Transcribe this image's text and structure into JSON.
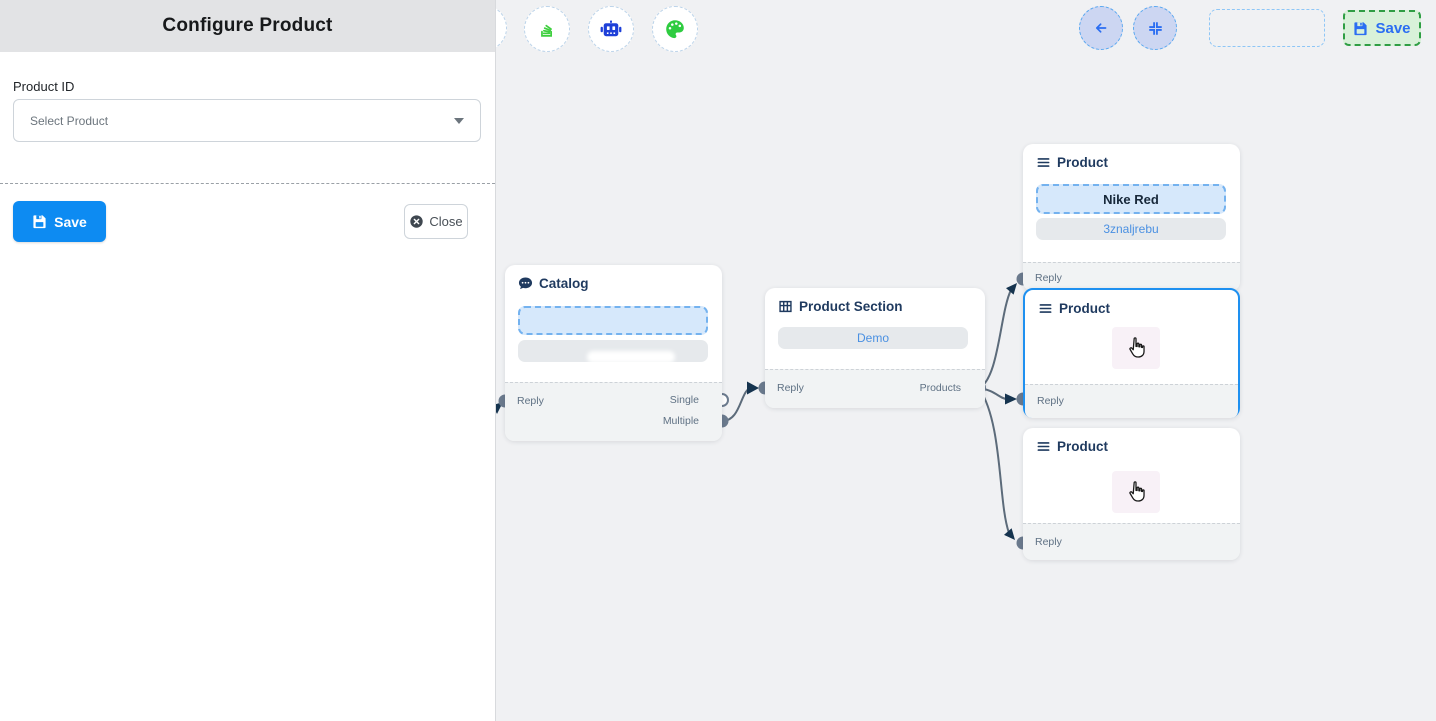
{
  "panel": {
    "title": "Configure Product",
    "field_label": "Product ID",
    "select_placeholder": "Select Product",
    "save_label": "Save",
    "close_label": "Close"
  },
  "toolbar": {
    "icons": [
      {
        "name": "stack-icon",
        "color": "#3ecf3e"
      },
      {
        "name": "robot-icon",
        "color": "#1d3fd8"
      },
      {
        "name": "palette-icon",
        "color": "#2ecc40"
      }
    ]
  },
  "topbar": {
    "save_label": "Save"
  },
  "flow": {
    "catalog": {
      "title": "Catalog",
      "reply": "Reply",
      "single": "Single",
      "multiple": "Multiple"
    },
    "product_section": {
      "title": "Product Section",
      "value": "Demo",
      "reply": "Reply",
      "products": "Products"
    },
    "product_1": {
      "title": "Product",
      "value_1": "Nike Red",
      "value_2": "3znaljrebu",
      "reply": "Reply"
    },
    "product_2": {
      "title": "Product",
      "reply": "Reply"
    },
    "product_3": {
      "title": "Product",
      "reply": "Reply"
    }
  },
  "colors": {
    "primary_blue": "#0d8bf2",
    "selected_node": "#1e90f0",
    "link_blue": "#4a90e2",
    "node_title": "#1f3a5f",
    "edge": "#5c6b7a",
    "arrow": "#16344f",
    "port": "#6b7a8d",
    "canvas_bg": "#f0f1f3",
    "chip_blue_bg": "#d6e8fb",
    "chip_blue_border": "#74b2ef",
    "chip_gray_bg": "#e6e9ec",
    "topbar_save_bg": "#d8f1d9",
    "topbar_save_border": "#2f9e44",
    "nav_circle_bg": "#ccd6f2"
  }
}
